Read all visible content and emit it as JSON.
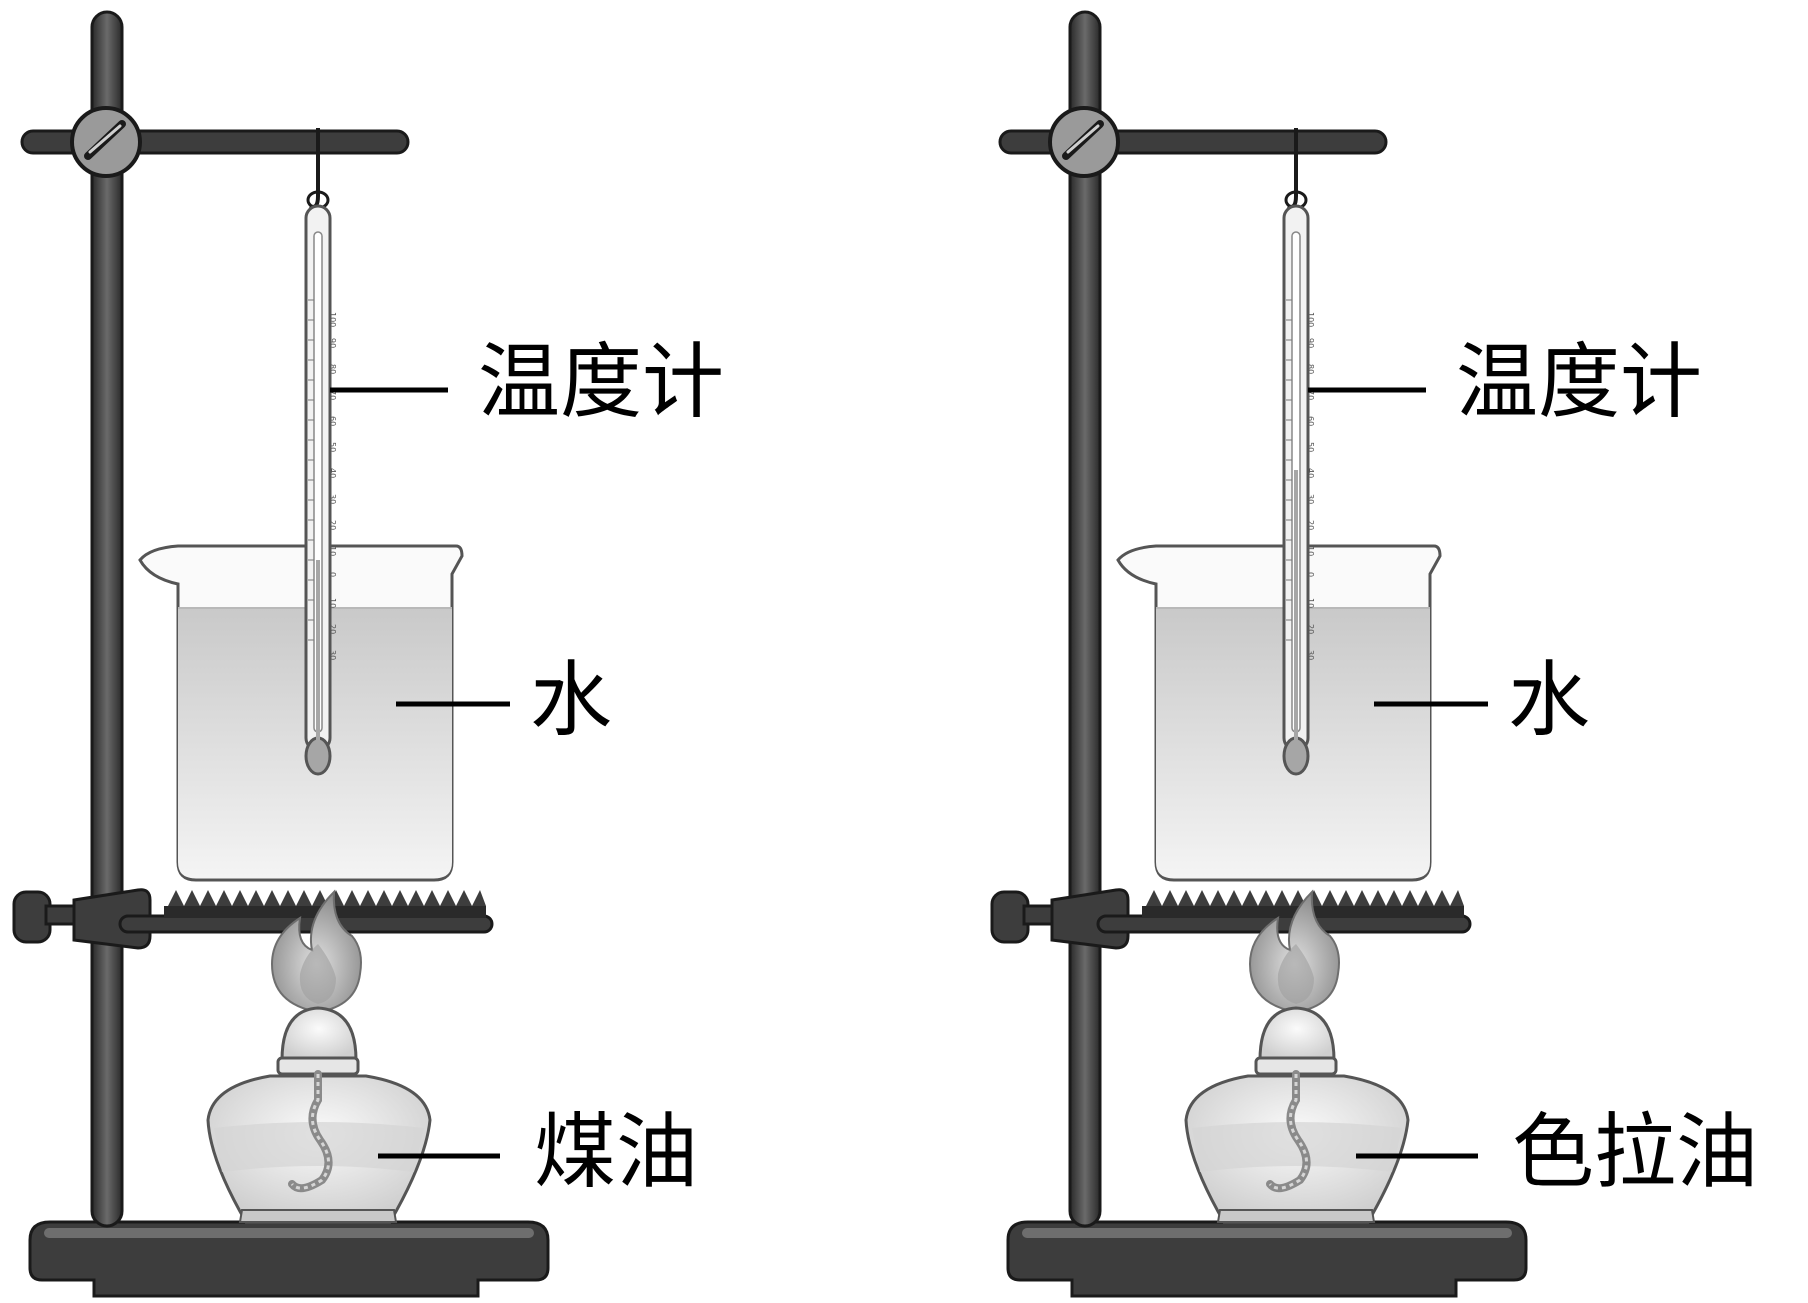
{
  "diagram": {
    "left": {
      "thermometer_label": "温度计",
      "liquid_label": "水",
      "fuel_label": "煤油"
    },
    "right": {
      "thermometer_label": "温度计",
      "liquid_label": "水",
      "fuel_label": "色拉油"
    },
    "scale_numbers": [
      "100",
      "90",
      "80",
      "70",
      "60",
      "50",
      "40",
      "30",
      "20",
      "10",
      "0",
      "10",
      "20",
      "30"
    ]
  }
}
